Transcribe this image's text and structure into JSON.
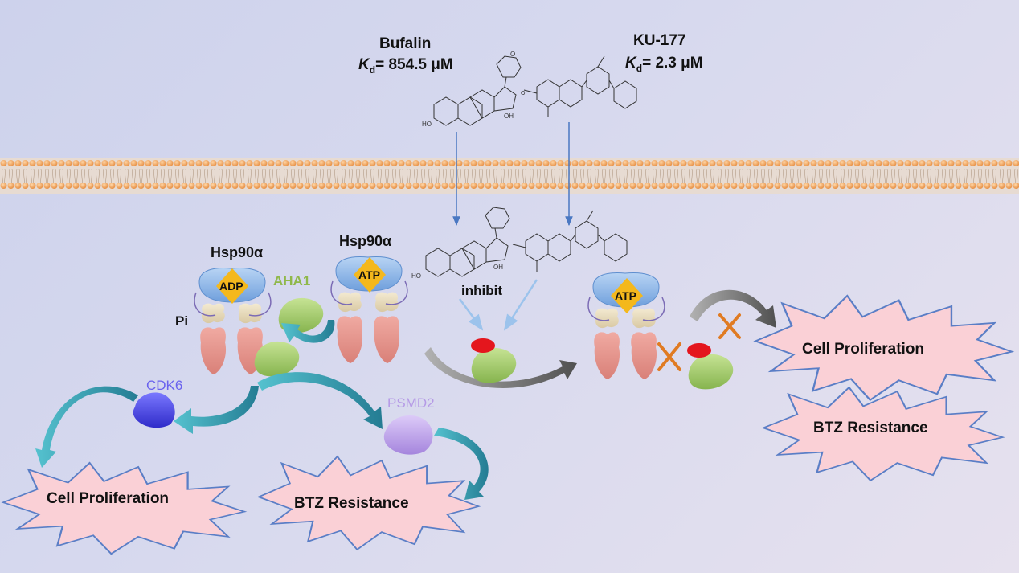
{
  "drugs": {
    "bufalin": {
      "name": "Bufalin",
      "kd_prefix": "K",
      "kd_sub": "d",
      "kd_value": "= 854.5 μM"
    },
    "ku177": {
      "name": "KU-177",
      "kd_prefix": "K",
      "kd_sub": "d",
      "kd_value": "= 2.3 μM"
    }
  },
  "hsp90": {
    "left_label": "Hsp90α",
    "right_label": "Hsp90α",
    "adp": "ADP",
    "atp": "ATP",
    "atp_inhibited": "ATP"
  },
  "cochaperones": {
    "aha1": "AHA1",
    "pi": "Pi",
    "cdk6": "CDK6",
    "psmd2": "PSMD2"
  },
  "action": {
    "inhibit": "inhibit"
  },
  "outcomes": {
    "left_proliferation": "Cell Proliferation",
    "left_resistance": "BTZ Resistance",
    "right_proliferation": "Cell Proliferation",
    "right_resistance": "BTZ Resistance"
  },
  "colors": {
    "membrane_head": "#f0a060",
    "membrane_band": "#e7dbd2",
    "hsp_top": "#8ab4e8",
    "hsp_mid": "#e8dcbe",
    "hsp_bottom": "#e89a92",
    "atp_diamond": "#f4b81c",
    "aha1": "#a8cf6e",
    "cdk6": "#5a55e6",
    "psmd2": "#b49ae8",
    "arrow_teal": "#3a9cb0",
    "arrow_gray": "#6e6e6e",
    "block_x": "#e07b22",
    "star_fill": "#fad0d6",
    "star_stroke": "#5a7ec6",
    "drug_dot": "#e4161d"
  },
  "icons": [
    "membrane-bilayer",
    "hsp90-dimer-icon",
    "atp-diamond-icon",
    "aha1-blob-icon",
    "cdk6-blob-icon",
    "psmd2-blob-icon",
    "block-x-icon",
    "burst-star-icon",
    "molecule-structure-icon"
  ]
}
